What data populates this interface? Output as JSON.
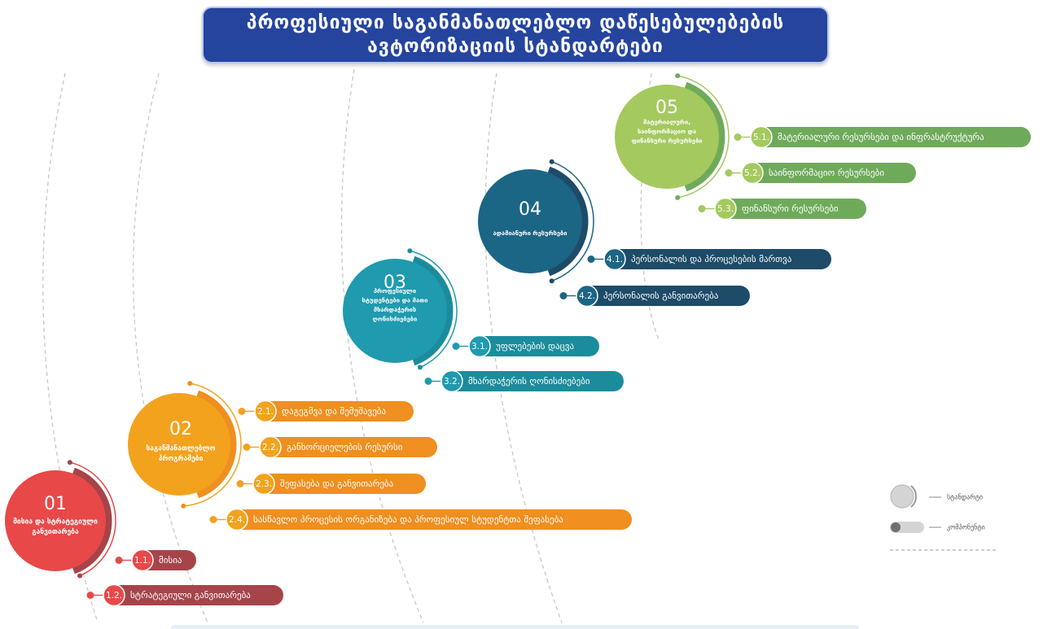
{
  "title": {
    "line1": "პროფესიული საგანმანათლებლო დაწესებულებების",
    "line2": "ავტორიზაციის სტანდარტები"
  },
  "colors": {
    "s1": "#e84848",
    "s1_dark": "#a6444a",
    "s2": "#f3a21d",
    "s2_dark": "#ef8f1f",
    "s3": "#1f9aae",
    "s3_dark": "#1b8c9c",
    "s4": "#1b6585",
    "s4_dark": "#1d4b68",
    "s5": "#a4c95e",
    "s5_dark": "#6faa5a",
    "title_bg": "#25449e"
  },
  "standards": [
    {
      "number": "01",
      "label": [
        "მისია და სტრატეგიული",
        "განვითარება"
      ],
      "components": [
        {
          "code": "1.1.",
          "text": "მისია"
        },
        {
          "code": "1.2.",
          "text": "სტრატეგიული განვითარება"
        }
      ]
    },
    {
      "number": "02",
      "label": [
        "საგანმანათლებლო",
        "პროგრამები"
      ],
      "components": [
        {
          "code": "2.1.",
          "text": "დაგეგმვა და შემუშავება"
        },
        {
          "code": "2.2.",
          "text": "განხორციელების რესურსი"
        },
        {
          "code": "2.3.",
          "text": "შეფასება და განვითარება"
        },
        {
          "code": "2.4.",
          "text": "სასწავლო პროცესის ორგანიზება და პროფესიულ სტუდენტთა  შეფასება"
        }
      ]
    },
    {
      "number": "03",
      "label": [
        "პროფესიული",
        "სტუდენტები და მათი",
        "მხარდაჭერის",
        "ღონისძიებები"
      ],
      "components": [
        {
          "code": "3.1.",
          "text": "უფლებების დაცვა"
        },
        {
          "code": "3.2.",
          "text": "მხარდაჭერის ღონისძიებები"
        }
      ]
    },
    {
      "number": "04",
      "label": [
        "ადამიანური რესურსები"
      ],
      "components": [
        {
          "code": "4.1.",
          "text": "პერსონალის და პროცესების მართვა"
        },
        {
          "code": "4.2.",
          "text": "პერსონალის განვითარება"
        }
      ]
    },
    {
      "number": "05",
      "label": [
        "მატერიალური,",
        "საინფორმაციო და",
        "ფინანსური რესურსები"
      ],
      "components": [
        {
          "code": "5.1.",
          "text": "მატერიალური რესურსები და ინფრასტრუქტურა"
        },
        {
          "code": "5.2.",
          "text": "საინფორმაციო რესურსები"
        },
        {
          "code": "5.3.",
          "text": "ფინანსური რესურსები"
        }
      ]
    }
  ],
  "legend": {
    "standard": "სტანდარტი",
    "component": "კომპონენტი"
  }
}
